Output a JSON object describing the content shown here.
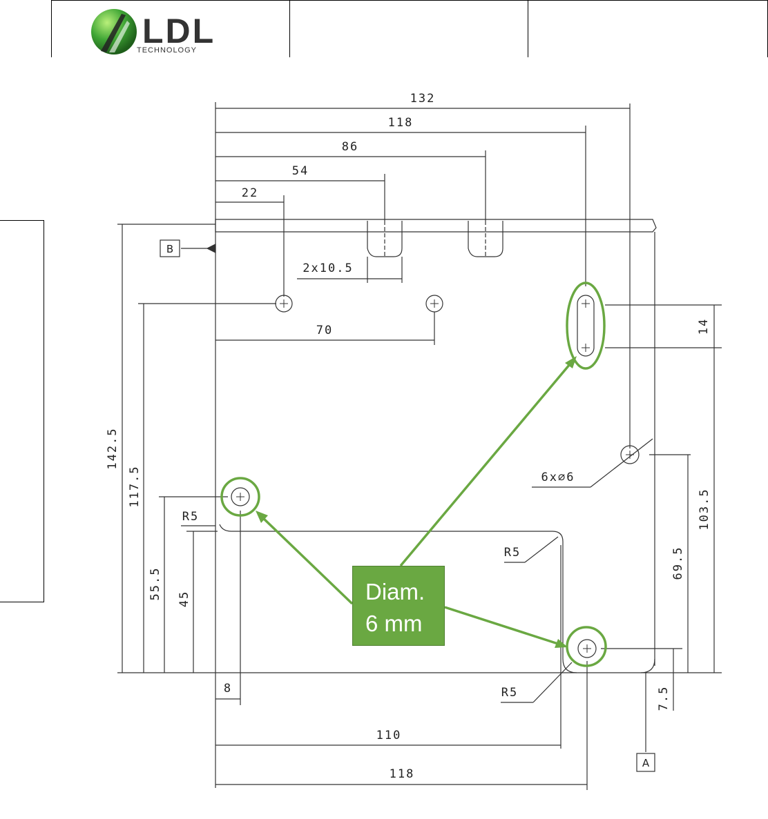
{
  "header": {
    "logo_text": "LDL",
    "logo_subtext": "TECHNOLOGY",
    "brand_colors": {
      "green": "#3fa535",
      "dark": "#333333"
    }
  },
  "callout": {
    "line1": "Diam.",
    "line2": "6 mm",
    "color": "#6aa842"
  },
  "dimensions": {
    "d132": "132",
    "d118_top": "118",
    "d86": "86",
    "d54": "54",
    "d22": "22",
    "d2x105": "2x10.5",
    "d70": "70",
    "d14": "14",
    "d6x6": "6x∅6",
    "d1425": "142.5",
    "d1175": "117.5",
    "d555": "55.5",
    "d45": "45",
    "d1035": "103.5",
    "d695": "69.5",
    "d75": "7.5",
    "d8": "8",
    "d110": "110",
    "d118_bottom": "118",
    "r5_left": "R5",
    "r5_mid": "R5",
    "r5_bottom": "R5"
  },
  "datums": {
    "a": "A",
    "b": "B"
  }
}
